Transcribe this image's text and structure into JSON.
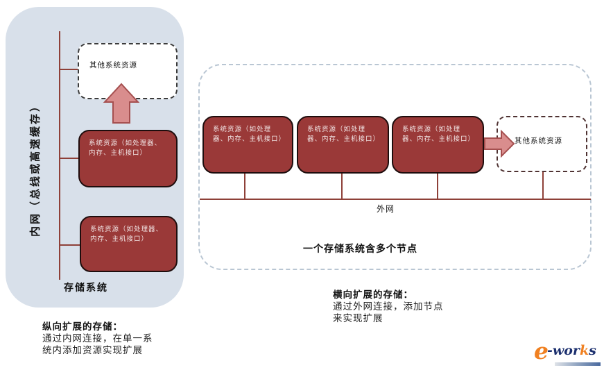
{
  "colors": {
    "panel_bg": "#d8e0ea",
    "box_fill": "#9a3938",
    "box_border": "#1e0d0d",
    "box_text": "#f2e6e6",
    "line": "#8e4038",
    "arrow_fill": "#d98d8d",
    "arrow_border": "#a54f4f",
    "container_dash": "#b9c6d3",
    "logo_orange": "#f08021",
    "logo_navy": "#1b2f6e"
  },
  "left_panel": {
    "bus_label": "内网（总线或高速缓存）",
    "other_resources": "其他系统资源",
    "resource_boxes": [
      "系统资源（如处理器、内存、主机接口）",
      "系统资源（如处理器、内存、主机接口）"
    ],
    "system_label": "存储系统"
  },
  "left_caption": {
    "title": "纵向扩展的存储：",
    "line1": "通过内网连接，在单一系",
    "line2": "统内添加资源实现扩展"
  },
  "right_panel": {
    "nodes": [
      "系统资源（如处理器、内存、主机接口）",
      "系统资源（如处理器、内存、主机接口）",
      "系统资源（如处理器、内存、主机接口）"
    ],
    "other_resources": "其他系统资源",
    "network_label": "外网",
    "note": "一个存储系统含多个节点"
  },
  "right_caption": {
    "title": "横向扩展的存储：",
    "line1": "通过外网连接，添加节点",
    "line2": "来实现扩展"
  },
  "logo": {
    "e": "e",
    "wor": "-wor",
    "k": "k",
    "s": "s"
  }
}
